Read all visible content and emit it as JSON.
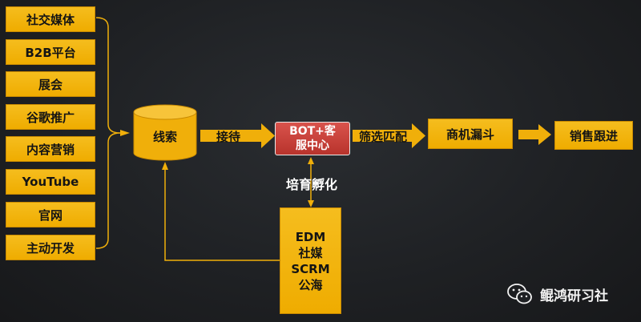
{
  "sources": [
    "社交媒体",
    "B2B平台",
    "展会",
    "谷歌推广",
    "内容营销",
    "YouTube",
    "官网",
    "主动开发"
  ],
  "lead": "线索",
  "arrow1": "接待",
  "bot_line1": "BOT+客",
  "bot_line2": "服中心",
  "arrow2": "筛选匹配",
  "funnel": "商机漏斗",
  "followup": "销售跟进",
  "nurture": "培育孵化",
  "channels": [
    "EDM",
    "社媒",
    "SCRM",
    "公海"
  ],
  "watermark": "鲲鸿研习社",
  "colors": {
    "box": "#F0AF0A",
    "bot": "#C8403A",
    "line": "#F0AF0A",
    "background": "#1F2124"
  },
  "icons": {
    "watermark": "wechat-icon"
  }
}
